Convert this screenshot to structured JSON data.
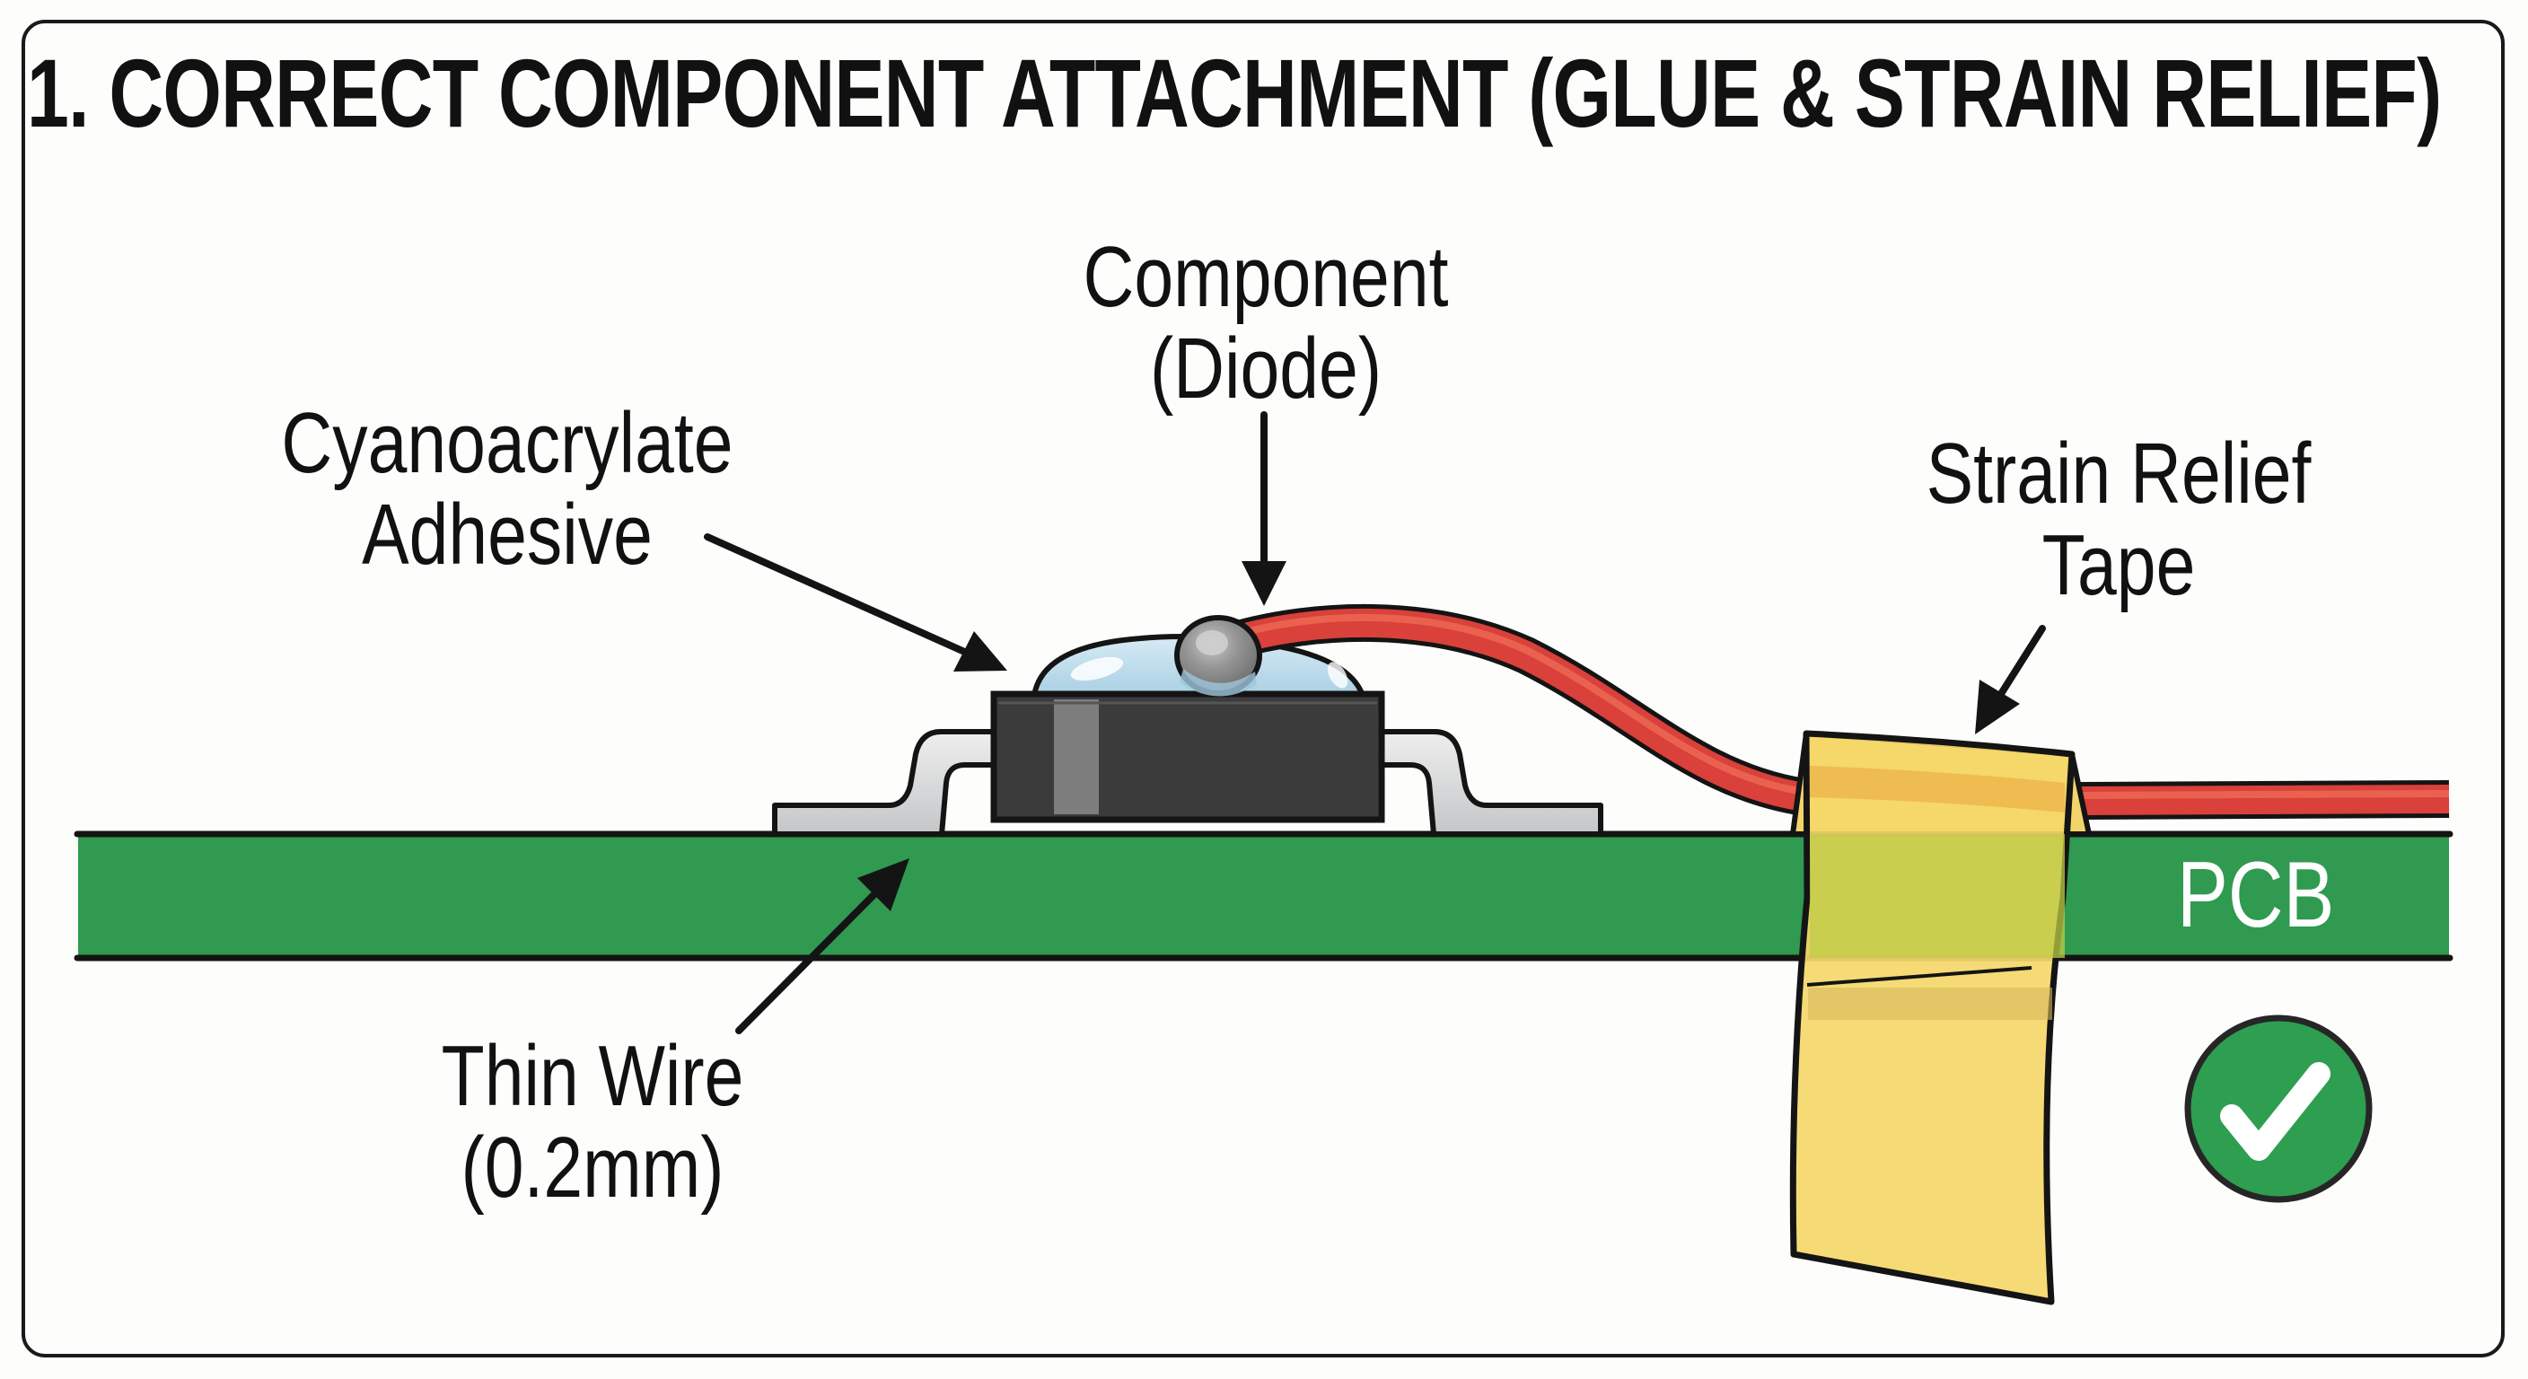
{
  "title": "1. CORRECT COMPONENT ATTACHMENT (GLUE & STRAIN RELIEF)",
  "labels": {
    "component": [
      "Component",
      "(Diode)"
    ],
    "adhesive": [
      "Cyanoacrylate",
      "Adhesive"
    ],
    "strain_relief": [
      "Strain Relief",
      "Tape"
    ],
    "thin_wire": [
      "Thin Wire",
      "(0.2mm)"
    ],
    "pcb": "PCB"
  },
  "status": {
    "icon": "checkmark-circle-icon",
    "meaning": "correct"
  },
  "colors": {
    "pcb_green": "#2f9a50",
    "wire_red": "#e0473a",
    "tape_yellow": "#f5d76a",
    "glue_blue": "#bcdcec",
    "diode_body": "#3b3b3b",
    "diode_band": "#7d7d7d",
    "lead_silver": "#d4d6d8",
    "solder_gray": "#8d8d8d",
    "check_green": "#2e9e50",
    "outline": "#141414"
  }
}
